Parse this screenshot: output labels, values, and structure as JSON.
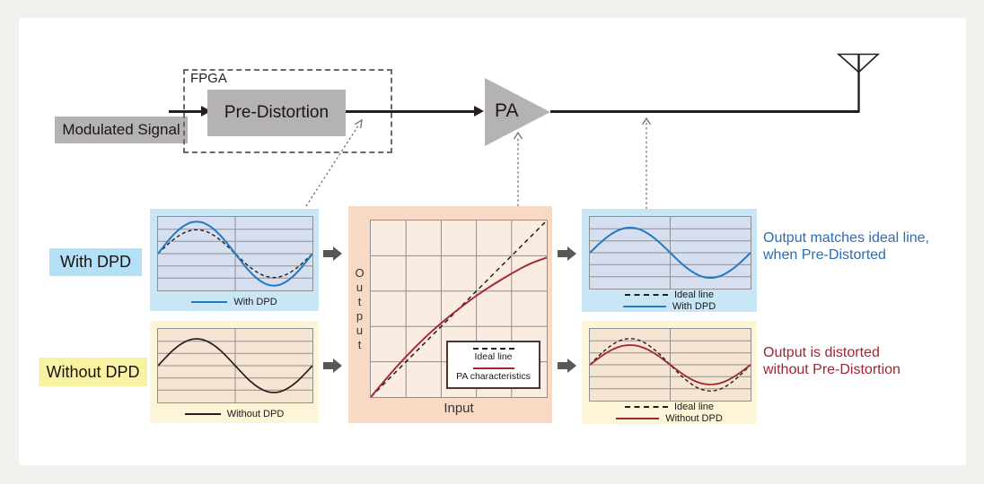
{
  "colors": {
    "background": "#f2f1ee",
    "card": "#ffffff",
    "block_gray": "#b4b2b2",
    "line_dark": "#251e1b",
    "panel_blue": "#c9e6f7",
    "panel_yellow": "#fdf5d8",
    "panel_orange": "#f8d9c3",
    "label_blue": "#b3e0f6",
    "label_yellow": "#f8f3a2",
    "accent_blue": "#2379c2",
    "accent_red": "#a22630",
    "annotation_blue": "#2d6cb3",
    "annotation_red": "#a3242e"
  },
  "top_diagram": {
    "modulated_signal_label": "Modulated Signal",
    "fpga_label": "FPGA",
    "pre_distortion_label": "Pre-Distortion",
    "pa_label": "PA",
    "antenna_icon": "antenna-icon"
  },
  "side_labels": {
    "with_dpd": "With DPD",
    "without_dpd": "Without DPD"
  },
  "annotations": {
    "with_dpd_line1": "Output matches ideal line,",
    "with_dpd_line2": "when Pre-Distorted",
    "without_dpd_line1": "Output is distorted",
    "without_dpd_line2": "without Pre-Distortion"
  },
  "chart_data": [
    {
      "id": "input-with-dpd",
      "type": "line",
      "grid": {
        "rows": 6,
        "cols": 2
      },
      "series": [
        {
          "name": "",
          "shape": "sine",
          "amplitude": 0.65,
          "periods": 1,
          "color": "#251e1b",
          "dash": "4 3",
          "width": 1.4
        },
        {
          "name": "With DPD",
          "shape": "sine",
          "amplitude": 0.87,
          "periods": 1,
          "color": "#2379c2",
          "dash": "",
          "width": 2
        }
      ],
      "legend": [
        {
          "label": "With DPD",
          "sample": "solid-blue"
        }
      ]
    },
    {
      "id": "input-without-dpd",
      "type": "line",
      "grid": {
        "rows": 6,
        "cols": 2
      },
      "series": [
        {
          "name": "Without DPD",
          "shape": "sine",
          "amplitude": 0.73,
          "periods": 1,
          "color": "#251e1b",
          "dash": "",
          "width": 1.7
        }
      ],
      "legend": [
        {
          "label": "Without DPD",
          "sample": "solid-dark"
        }
      ]
    },
    {
      "id": "pa-transfer",
      "type": "line",
      "xlabel": "Input",
      "ylabel": "Output",
      "grid": {
        "rows": 5,
        "cols": 5
      },
      "series": [
        {
          "name": "Ideal line",
          "shape": "points",
          "points": [
            [
              0,
              0
            ],
            [
              1,
              1
            ]
          ],
          "color": "#251e1b",
          "dash": "5 4",
          "width": 1.5
        },
        {
          "name": "PA characteristics",
          "shape": "points",
          "points": [
            [
              0,
              0
            ],
            [
              0.1,
              0.12
            ],
            [
              0.2,
              0.23
            ],
            [
              0.3,
              0.33
            ],
            [
              0.4,
              0.42
            ],
            [
              0.5,
              0.5
            ],
            [
              0.6,
              0.575
            ],
            [
              0.7,
              0.64
            ],
            [
              0.8,
              0.7
            ],
            [
              0.9,
              0.755
            ],
            [
              1,
              0.79
            ]
          ],
          "color": "#a22630",
          "dash": "",
          "width": 1.9
        }
      ],
      "legend": [
        {
          "label": "Ideal line",
          "sample": "dashed-dark"
        },
        {
          "label": "PA characteristics",
          "sample": "solid-red"
        }
      ]
    },
    {
      "id": "output-with-dpd",
      "type": "line",
      "grid": {
        "rows": 6,
        "cols": 2
      },
      "series": [
        {
          "name": "Ideal line",
          "shape": "sine",
          "amplitude": 0.7,
          "periods": 1,
          "color": "#251e1b",
          "dash": "4 3",
          "width": 1.4
        },
        {
          "name": "With DPD",
          "shape": "sine",
          "amplitude": 0.7,
          "periods": 1,
          "color": "#2379c2",
          "dash": "",
          "width": 2
        }
      ],
      "legend": [
        {
          "label": "Ideal line",
          "sample": "dashed-dark"
        },
        {
          "label": "With DPD",
          "sample": "solid-blue"
        }
      ]
    },
    {
      "id": "output-without-dpd",
      "type": "line",
      "grid": {
        "rows": 6,
        "cols": 2
      },
      "series": [
        {
          "name": "Ideal line",
          "shape": "sine",
          "amplitude": 0.73,
          "periods": 1,
          "color": "#251e1b",
          "dash": "4 3",
          "width": 1.4
        },
        {
          "name": "Without DPD",
          "shape": "sine",
          "amplitude": 0.55,
          "periods": 1,
          "color": "#a22630",
          "dash": "",
          "width": 1.8
        }
      ],
      "legend": [
        {
          "label": "Ideal line",
          "sample": "dashed-dark"
        },
        {
          "label": "Without DPD",
          "sample": "solid-red"
        }
      ]
    }
  ]
}
